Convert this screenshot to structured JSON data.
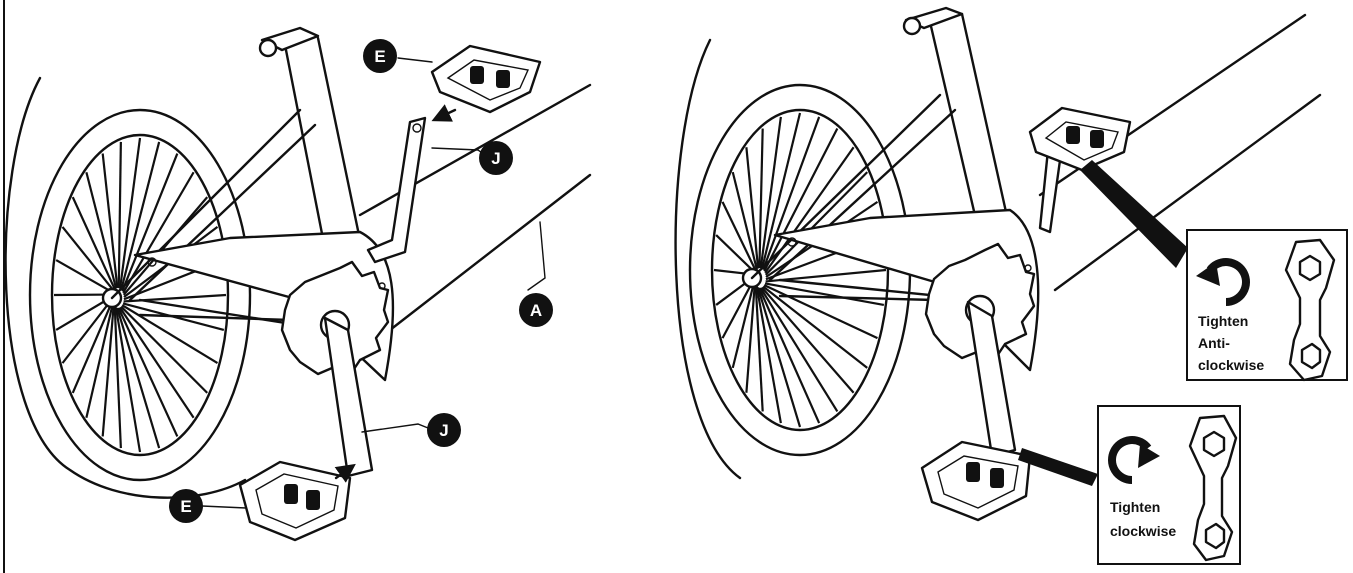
{
  "callouts": {
    "pedal": "E",
    "crank": "J",
    "frame": "A"
  },
  "instructions": {
    "left_pedal": {
      "line1": "Tighten",
      "line2": "Anti-",
      "line3": "clockwise"
    },
    "right_pedal": {
      "line1": "Tighten",
      "line2": "clockwise"
    }
  }
}
